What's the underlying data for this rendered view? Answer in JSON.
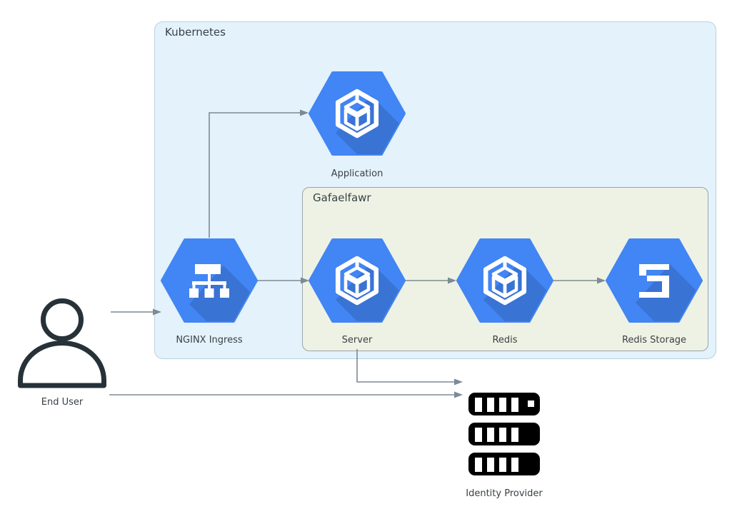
{
  "diagram": {
    "title_hint": "Gafaelfawr authentication architecture",
    "kubernetes": {
      "label": "Kubernetes"
    },
    "gafaelfawr": {
      "label": "Gafaelfawr"
    },
    "nodes": {
      "application": "Application",
      "nginx_ingress": "NGINX Ingress",
      "server": "Server",
      "redis": "Redis",
      "redis_storage": "Redis Storage",
      "end_user": "End User",
      "identity_provider": "Identity Provider"
    },
    "edges": [
      {
        "from": "End User",
        "to": "NGINX Ingress"
      },
      {
        "from": "NGINX Ingress",
        "to": "Application"
      },
      {
        "from": "NGINX Ingress",
        "to": "Server"
      },
      {
        "from": "Server",
        "to": "Redis"
      },
      {
        "from": "Redis",
        "to": "Redis Storage"
      },
      {
        "from": "Server",
        "to": "Identity Provider"
      },
      {
        "from": "End User",
        "to": "Identity Provider"
      }
    ],
    "colors": {
      "hexagon_blue": "#4285f4",
      "hexagon_shadow": "rgba(0,0,0,0.13)",
      "kubernetes_fill": "#e3f2fb",
      "kubernetes_border": "#b9d2e1",
      "gafaelfawr_fill": "#eef2e4",
      "gafaelfawr_border": "#9aa4aa",
      "arrow_gray": "#7d8a94",
      "person_stroke": "#263238",
      "rack_black": "#000000",
      "text": "#3b4045"
    }
  }
}
